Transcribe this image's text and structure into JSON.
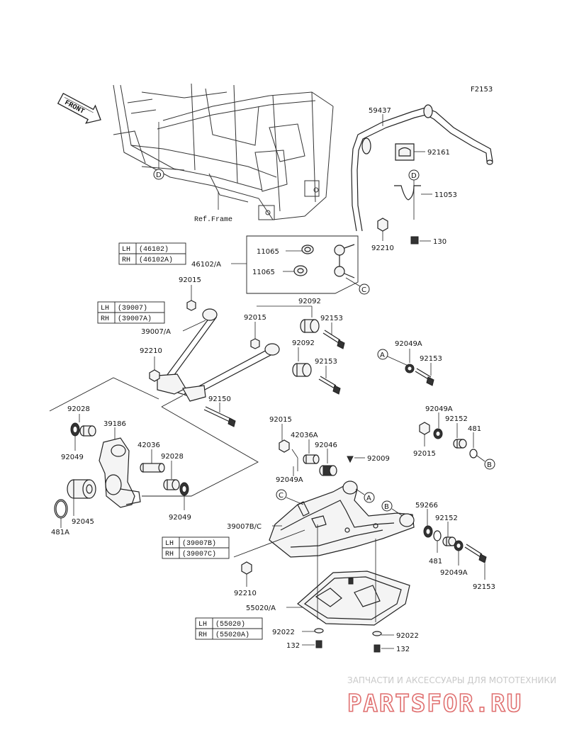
{
  "figure_id": "F2153",
  "front_label": "FRONT",
  "ref_frame": "Ref.Frame",
  "circle_letters": {
    "D": "D",
    "A": "A",
    "B": "B",
    "C": "C"
  },
  "parts": {
    "p59437": "59437",
    "p92161": "92161",
    "p11053": "11053",
    "p130": "130",
    "p92210a": "92210",
    "p11065a": "11065",
    "p11065b": "11065",
    "p46102A": "46102/A",
    "p92015a": "92015",
    "p92092a": "92092",
    "p92153a": "92153",
    "p39007A": "39007/A",
    "p92015b": "92015",
    "p92092b": "92092",
    "p92153b": "92153",
    "p92210b": "92210",
    "p92150": "92150",
    "p92049Aa": "92049A",
    "p92153c": "92153",
    "p92049Ab": "92049A",
    "p92152a": "92152",
    "p481a": "481",
    "p92015c": "92015",
    "p92028a": "92028",
    "p39186": "39186",
    "p92049a": "92049",
    "p42036": "42036",
    "p92028b": "92028",
    "p92045": "92045",
    "p481A": "481A",
    "p92049b": "92049",
    "p92015d": "92015",
    "p42036A": "42036A",
    "p92046": "92046",
    "p92009": "92009",
    "p92049Ac": "92049A",
    "p39007BC": "39007B/C",
    "p59266": "59266",
    "p92152b": "92152",
    "p481b": "481",
    "p92049Ad": "92049A",
    "p92153d": "92153",
    "p92210c": "92210",
    "p55020A": "55020/A",
    "p92022a": "92022",
    "p92022b": "92022",
    "p132a": "132",
    "p132b": "132"
  },
  "tables": {
    "t46102": {
      "lh": "LH",
      "lh_val": "(46102)",
      "rh": "RH",
      "rh_val": "(46102A)"
    },
    "t39007": {
      "lh": "LH",
      "lh_val": "(39007)",
      "rh": "RH",
      "rh_val": "(39007A)"
    },
    "t39007BC": {
      "lh": "LH",
      "lh_val": "(39007B)",
      "rh": "RH",
      "rh_val": "(39007C)"
    },
    "t55020": {
      "lh": "LH",
      "lh_val": "(55020)",
      "rh": "RH",
      "rh_val": "(55020A)"
    }
  },
  "watermark": {
    "line1": "ЗАПЧАСТИ И АКСЕССУАРЫ ДЛЯ МОТОТЕХНИКИ",
    "line2": "PARTSFOR.RU"
  }
}
